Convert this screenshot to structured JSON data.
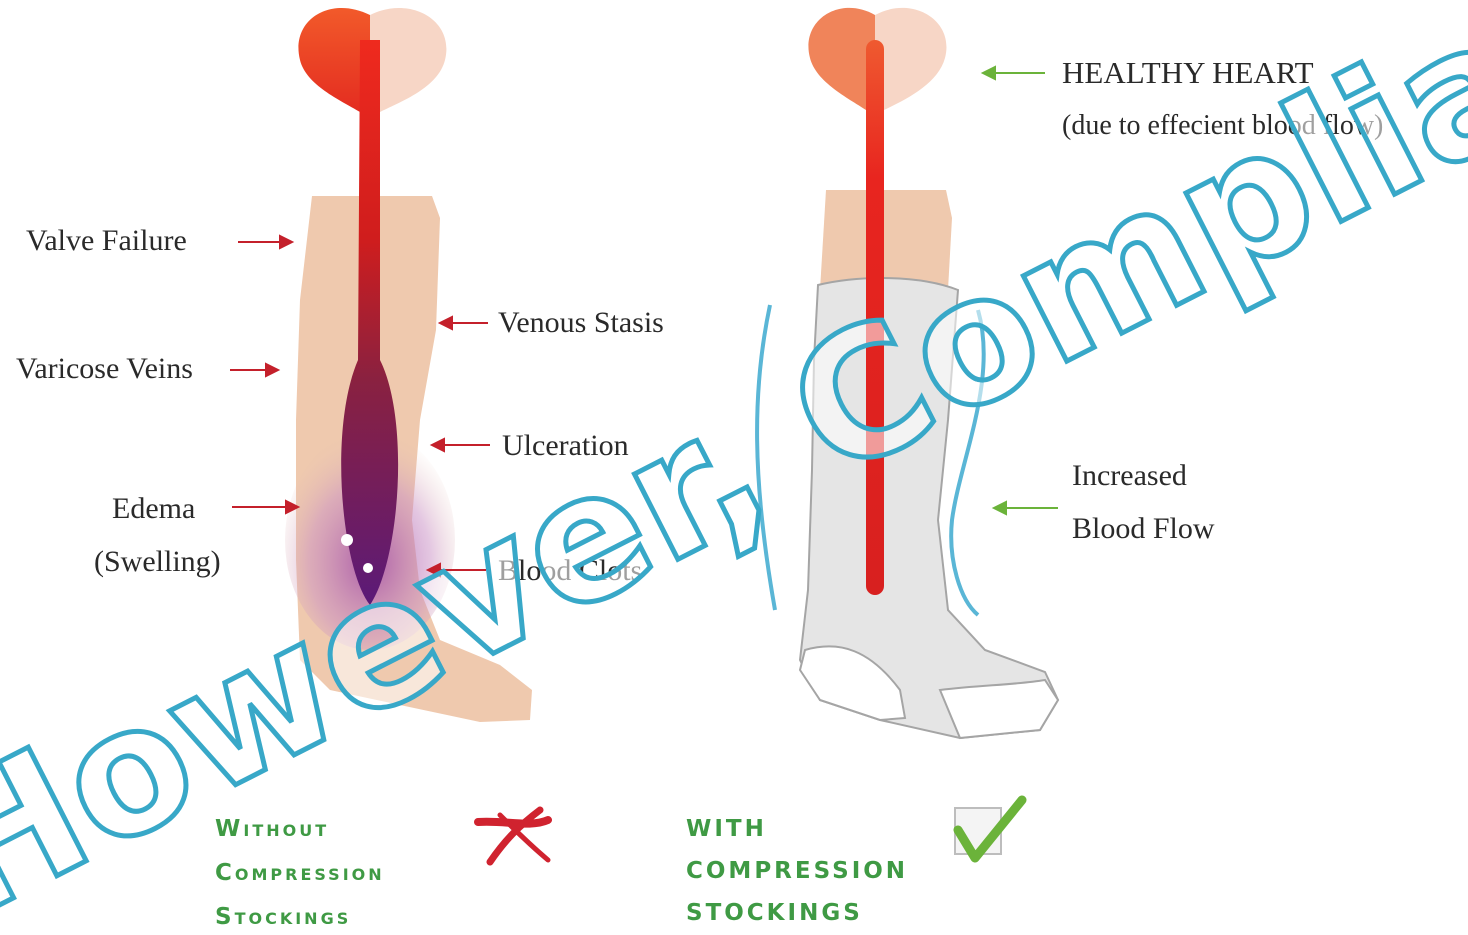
{
  "left_labels": {
    "valve_failure": "Valve Failure",
    "varicose_veins": "Varicose Veins",
    "edema": "Edema",
    "swelling": "(Swelling)",
    "venous_stasis": "Venous Stasis",
    "ulceration": "Ulceration",
    "blood_clots": "Blood Clots"
  },
  "right_labels": {
    "healthy_heart": "HEALTHY HEART",
    "due_to": "(due to effecient blood flow)",
    "increased": "Increased",
    "blood_flow": "Blood Flow"
  },
  "captions": {
    "without": [
      "Without",
      "Compression",
      "Stockings"
    ],
    "with": [
      "WITH",
      "COMPRESSION",
      "STOCKINGS"
    ]
  },
  "watermark": "However, Compliance is low",
  "colors": {
    "label_arrow_left": "#c4202b",
    "label_arrow_right": "#6bb33a",
    "caption_green": "#3f9a44",
    "watermark_stroke": "#38a8c8",
    "cross": "#d0232f",
    "check": "#6bb33a"
  }
}
